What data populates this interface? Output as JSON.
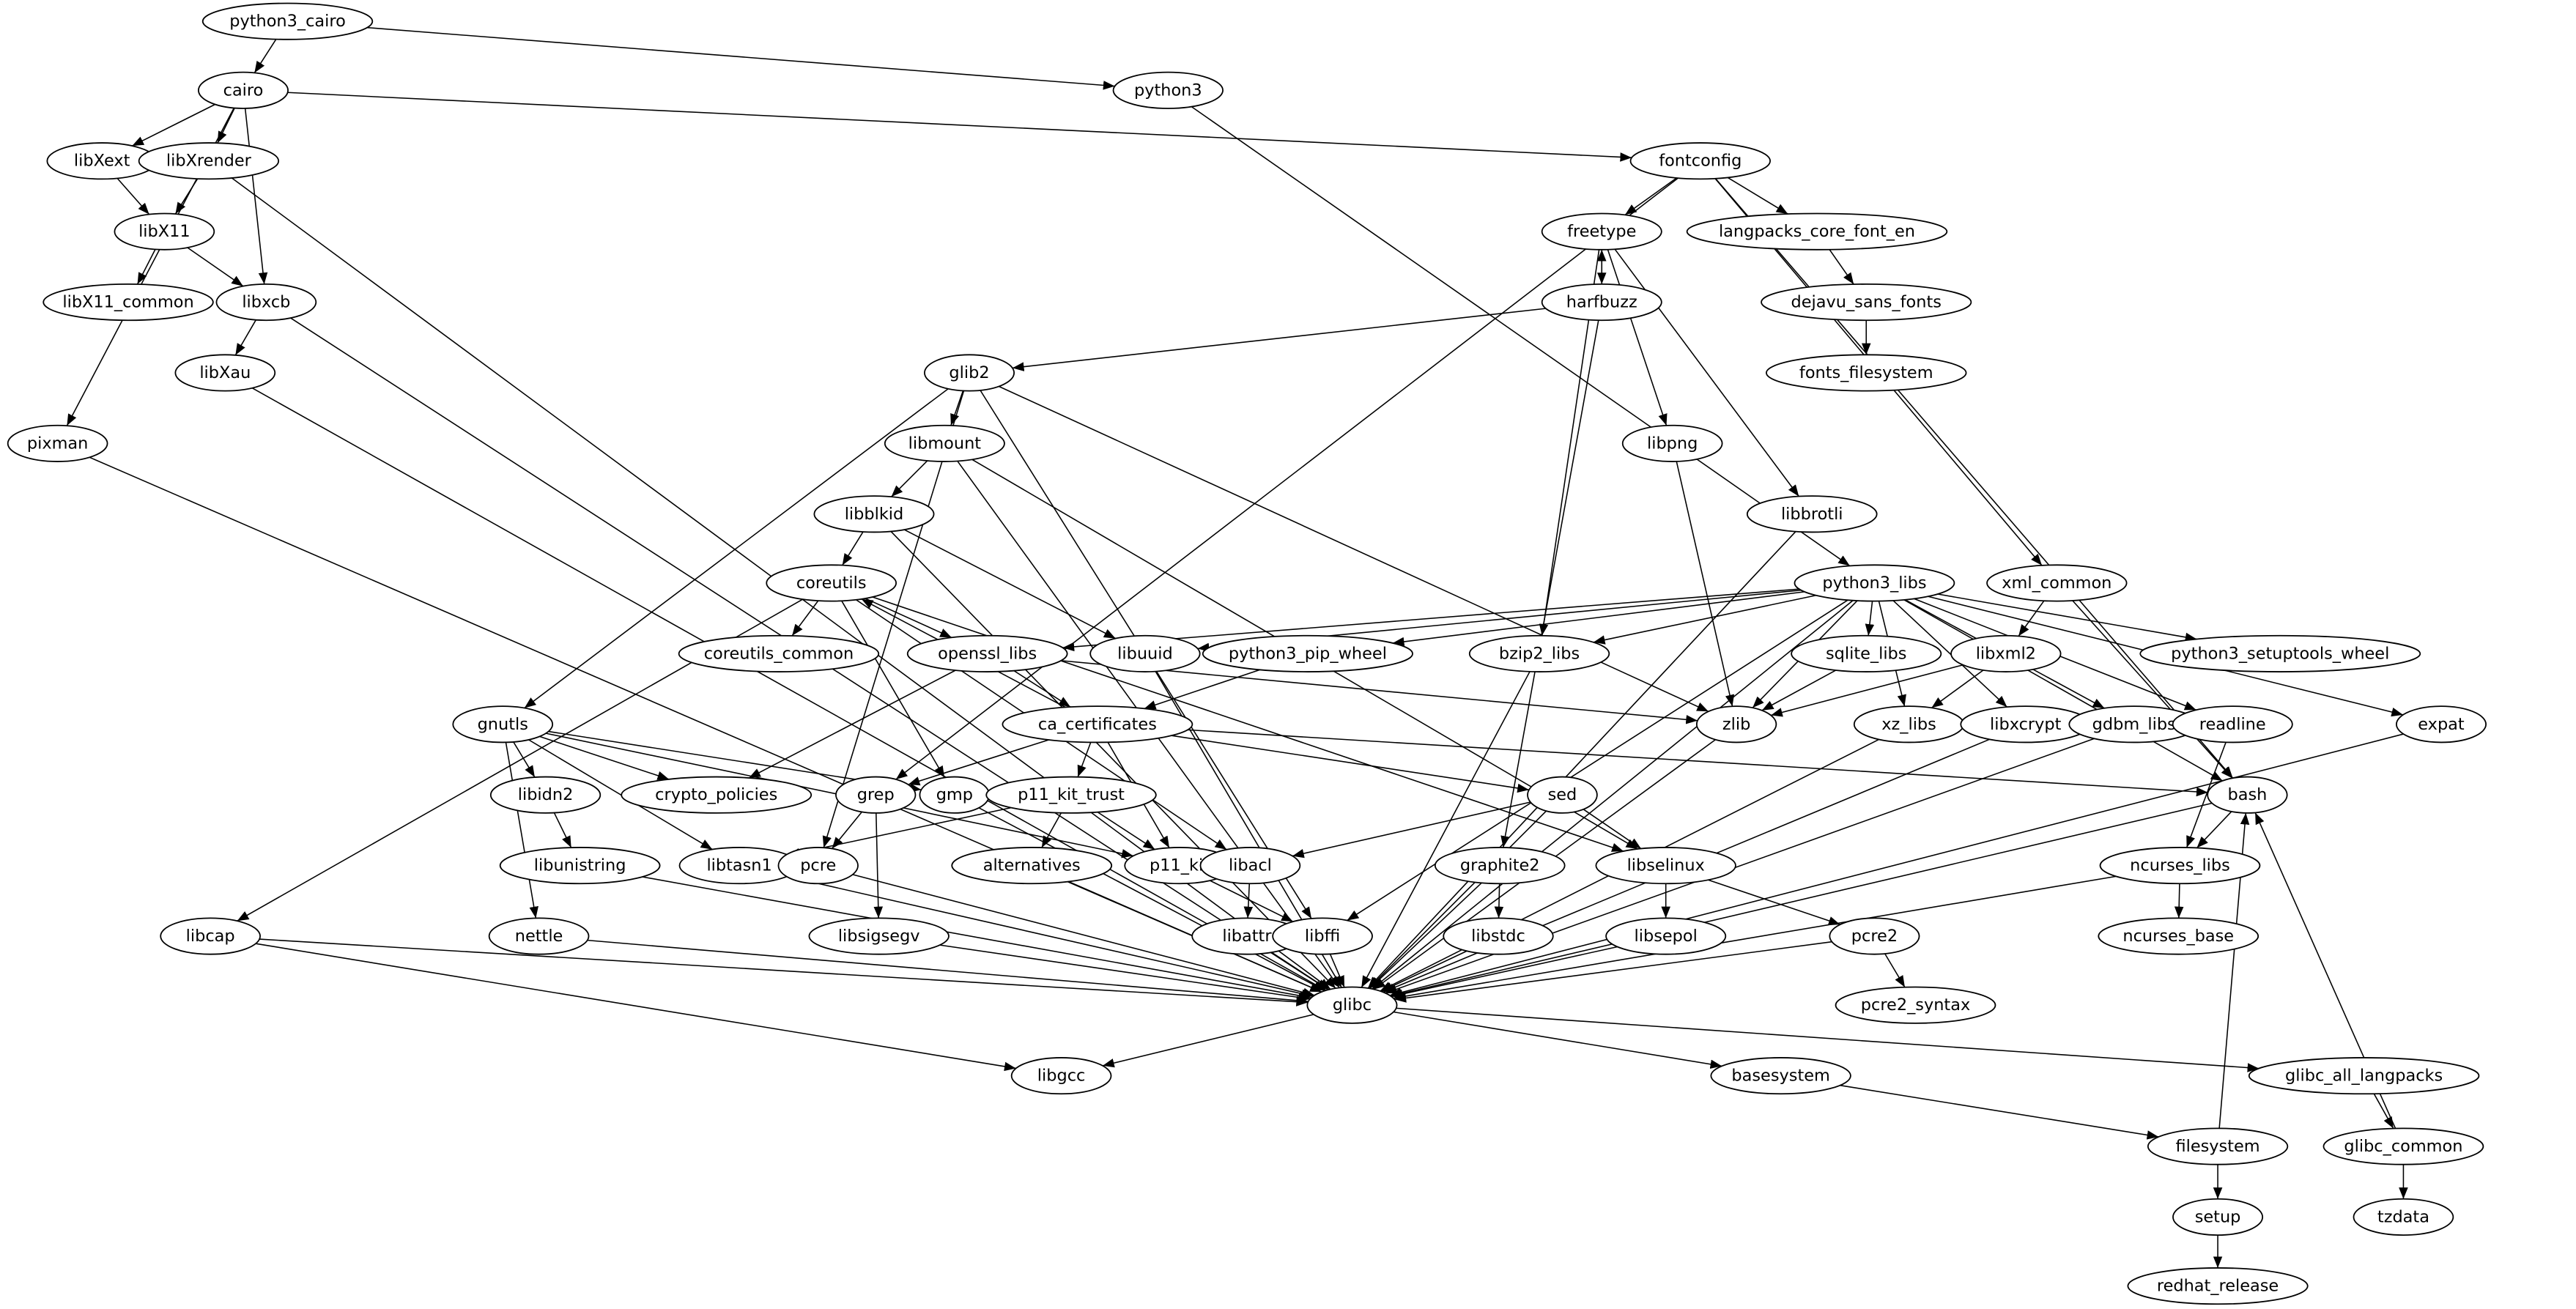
{
  "graph": {
    "type": "dependency-graph",
    "nodes": [
      "python3_cairo",
      "cairo",
      "python3",
      "libXext",
      "libXrender",
      "fontconfig",
      "libX11",
      "freetype",
      "langpacks_core_font_en",
      "libX11_common",
      "libxcb",
      "harfbuzz",
      "dejavu_sans_fonts",
      "libXau",
      "glib2",
      "fonts_filesystem",
      "pixman",
      "libmount",
      "libpng",
      "libbrotli",
      "libblkid",
      "coreutils",
      "python3_libs",
      "xml_common",
      "coreutils_common",
      "openssl_libs",
      "libuuid",
      "python3_pip_wheel",
      "bzip2_libs",
      "sqlite_libs",
      "libxml2",
      "python3_setuptools_wheel",
      "gnutls",
      "ca_certificates",
      "zlib",
      "xz_libs",
      "libxcrypt",
      "gdbm_libs",
      "readline",
      "expat",
      "libidn2",
      "crypto_policies",
      "grep",
      "gmp",
      "p11_kit_trust",
      "sed",
      "bash",
      "libunistring",
      "libtasn1",
      "pcre",
      "alternatives",
      "p11_kit",
      "libacl",
      "graphite2",
      "libselinux",
      "ncurses_libs",
      "libcap",
      "nettle",
      "libsigsegv",
      "libattr",
      "libffi",
      "libstdc",
      "libsepol",
      "pcre2",
      "ncurses_base",
      "glibc",
      "pcre2_syntax",
      "libgcc",
      "basesystem",
      "glibc_all_langpacks",
      "filesystem",
      "glibc_common",
      "setup",
      "tzdata",
      "redhat_release"
    ],
    "edges": [
      [
        "python3_cairo",
        "cairo"
      ],
      [
        "python3_cairo",
        "python3"
      ],
      [
        "cairo",
        "libXext"
      ],
      [
        "cairo",
        "libXrender"
      ],
      [
        "cairo",
        "libxcb"
      ],
      [
        "cairo",
        "fontconfig"
      ],
      [
        "cairo",
        "pixman"
      ],
      [
        "libXext",
        "libX11"
      ],
      [
        "libXrender",
        "libX11"
      ],
      [
        "libXrender",
        "glibc"
      ],
      [
        "libX11",
        "libX11_common"
      ],
      [
        "libX11",
        "libxcb"
      ],
      [
        "libxcb",
        "libXau"
      ],
      [
        "libxcb",
        "glibc"
      ],
      [
        "libXau",
        "glibc"
      ],
      [
        "pixman",
        "glibc"
      ],
      [
        "python3",
        "python3_libs"
      ],
      [
        "fontconfig",
        "freetype"
      ],
      [
        "fontconfig",
        "langpacks_core_font_en"
      ],
      [
        "fontconfig",
        "xml_common"
      ],
      [
        "fontconfig",
        "bash"
      ],
      [
        "fontconfig",
        "grep"
      ],
      [
        "freetype",
        "harfbuzz"
      ],
      [
        "harfbuzz",
        "freetype"
      ],
      [
        "freetype",
        "bzip2_libs"
      ],
      [
        "freetype",
        "libpng"
      ],
      [
        "freetype",
        "libbrotli"
      ],
      [
        "harfbuzz",
        "glib2"
      ],
      [
        "harfbuzz",
        "graphite2"
      ],
      [
        "langpacks_core_font_en",
        "dejavu_sans_fonts"
      ],
      [
        "dejavu_sans_fonts",
        "fonts_filesystem"
      ],
      [
        "glib2",
        "libmount"
      ],
      [
        "glib2",
        "gnutls"
      ],
      [
        "glib2",
        "pcre"
      ],
      [
        "glib2",
        "libffi"
      ],
      [
        "glib2",
        "zlib"
      ],
      [
        "libpng",
        "zlib"
      ],
      [
        "libbrotli",
        "glibc"
      ],
      [
        "libmount",
        "libblkid"
      ],
      [
        "libmount",
        "glibc"
      ],
      [
        "libmount",
        "libselinux"
      ],
      [
        "libblkid",
        "coreutils"
      ],
      [
        "libblkid",
        "libuuid"
      ],
      [
        "libblkid",
        "glibc"
      ],
      [
        "coreutils",
        "coreutils_common"
      ],
      [
        "coreutils",
        "openssl_libs"
      ],
      [
        "coreutils",
        "libcap"
      ],
      [
        "coreutils",
        "libselinux"
      ],
      [
        "coreutils",
        "libacl"
      ],
      [
        "coreutils",
        "gmp"
      ],
      [
        "openssl_libs",
        "ca_certificates"
      ],
      [
        "openssl_libs",
        "crypto_policies"
      ],
      [
        "openssl_libs",
        "zlib"
      ],
      [
        "ca_certificates",
        "coreutils"
      ],
      [
        "ca_certificates",
        "bash"
      ],
      [
        "ca_certificates",
        "grep"
      ],
      [
        "ca_certificates",
        "p11_kit_trust"
      ],
      [
        "ca_certificates",
        "p11_kit"
      ],
      [
        "ca_certificates",
        "sed"
      ],
      [
        "python3_pip_wheel",
        "ca_certificates"
      ],
      [
        "libuuid",
        "glibc"
      ],
      [
        "bzip2_libs",
        "glibc"
      ],
      [
        "python3_libs",
        "openssl_libs"
      ],
      [
        "python3_libs",
        "libuuid"
      ],
      [
        "python3_libs",
        "python3_pip_wheel"
      ],
      [
        "python3_libs",
        "bzip2_libs"
      ],
      [
        "python3_libs",
        "sqlite_libs"
      ],
      [
        "python3_libs",
        "zlib"
      ],
      [
        "python3_libs",
        "libffi"
      ],
      [
        "python3_libs",
        "xz_libs"
      ],
      [
        "python3_libs",
        "libxcrypt"
      ],
      [
        "python3_libs",
        "gdbm_libs"
      ],
      [
        "python3_libs",
        "readline"
      ],
      [
        "python3_libs",
        "python3_setuptools_wheel"
      ],
      [
        "python3_libs",
        "expat"
      ],
      [
        "python3_libs",
        "bash"
      ],
      [
        "python3_libs",
        "glibc"
      ],
      [
        "sqlite_libs",
        "zlib"
      ],
      [
        "xml_common",
        "libxml2"
      ],
      [
        "xml_common",
        "bash"
      ],
      [
        "libxml2",
        "zlib"
      ],
      [
        "libxml2",
        "xz_libs"
      ],
      [
        "gnutls",
        "libidn2"
      ],
      [
        "gnutls",
        "crypto_policies"
      ],
      [
        "gnutls",
        "libtasn1"
      ],
      [
        "gnutls",
        "nettle"
      ],
      [
        "gnutls",
        "gmp"
      ],
      [
        "gnutls",
        "p11_kit"
      ],
      [
        "libidn2",
        "libunistring"
      ],
      [
        "grep",
        "pcre"
      ],
      [
        "grep",
        "libsigsegv"
      ],
      [
        "p11_kit_trust",
        "libtasn1"
      ],
      [
        "p11_kit_trust",
        "alternatives"
      ],
      [
        "p11_kit_trust",
        "p11_kit"
      ],
      [
        "p11_kit",
        "libffi"
      ],
      [
        "sed",
        "libacl"
      ],
      [
        "sed",
        "libselinux"
      ],
      [
        "sed",
        "glibc"
      ],
      [
        "libacl",
        "libattr"
      ],
      [
        "libattr",
        "glibc"
      ],
      [
        "libffi",
        "glibc"
      ],
      [
        "graphite2",
        "libstdc"
      ],
      [
        "graphite2",
        "glibc"
      ],
      [
        "libstdc",
        "glibc"
      ],
      [
        "libselinux",
        "libsepol"
      ],
      [
        "libselinux",
        "pcre2"
      ],
      [
        "libsepol",
        "glibc"
      ],
      [
        "pcre2",
        "glibc"
      ],
      [
        "pcre2",
        "pcre2_syntax"
      ],
      [
        "bash",
        "ncurses_libs"
      ],
      [
        "bash",
        "glibc"
      ],
      [
        "readline",
        "ncurses_libs"
      ],
      [
        "ncurses_libs",
        "ncurses_base"
      ],
      [
        "ncurses_libs",
        "glibc"
      ],
      [
        "expat",
        "glibc"
      ],
      [
        "gdbm_libs",
        "glibc"
      ],
      [
        "libxcrypt",
        "glibc"
      ],
      [
        "xz_libs",
        "glibc"
      ],
      [
        "zlib",
        "glibc"
      ],
      [
        "libcap",
        "glibc"
      ],
      [
        "libcap",
        "libgcc"
      ],
      [
        "nettle",
        "glibc"
      ],
      [
        "libunistring",
        "glibc"
      ],
      [
        "libtasn1",
        "glibc"
      ],
      [
        "pcre",
        "glibc"
      ],
      [
        "gmp",
        "glibc"
      ],
      [
        "libsigsegv",
        "glibc"
      ],
      [
        "alternatives",
        "glibc"
      ],
      [
        "glibc",
        "libgcc"
      ],
      [
        "glibc",
        "basesystem"
      ],
      [
        "glibc",
        "glibc_all_langpacks"
      ],
      [
        "basesystem",
        "filesystem"
      ],
      [
        "filesystem",
        "setup"
      ],
      [
        "filesystem",
        "bash"
      ],
      [
        "setup",
        "redhat_release"
      ],
      [
        "glibc_all_langpacks",
        "glibc_common"
      ],
      [
        "glibc_common",
        "tzdata"
      ],
      [
        "glibc_common",
        "bash"
      ]
    ]
  }
}
